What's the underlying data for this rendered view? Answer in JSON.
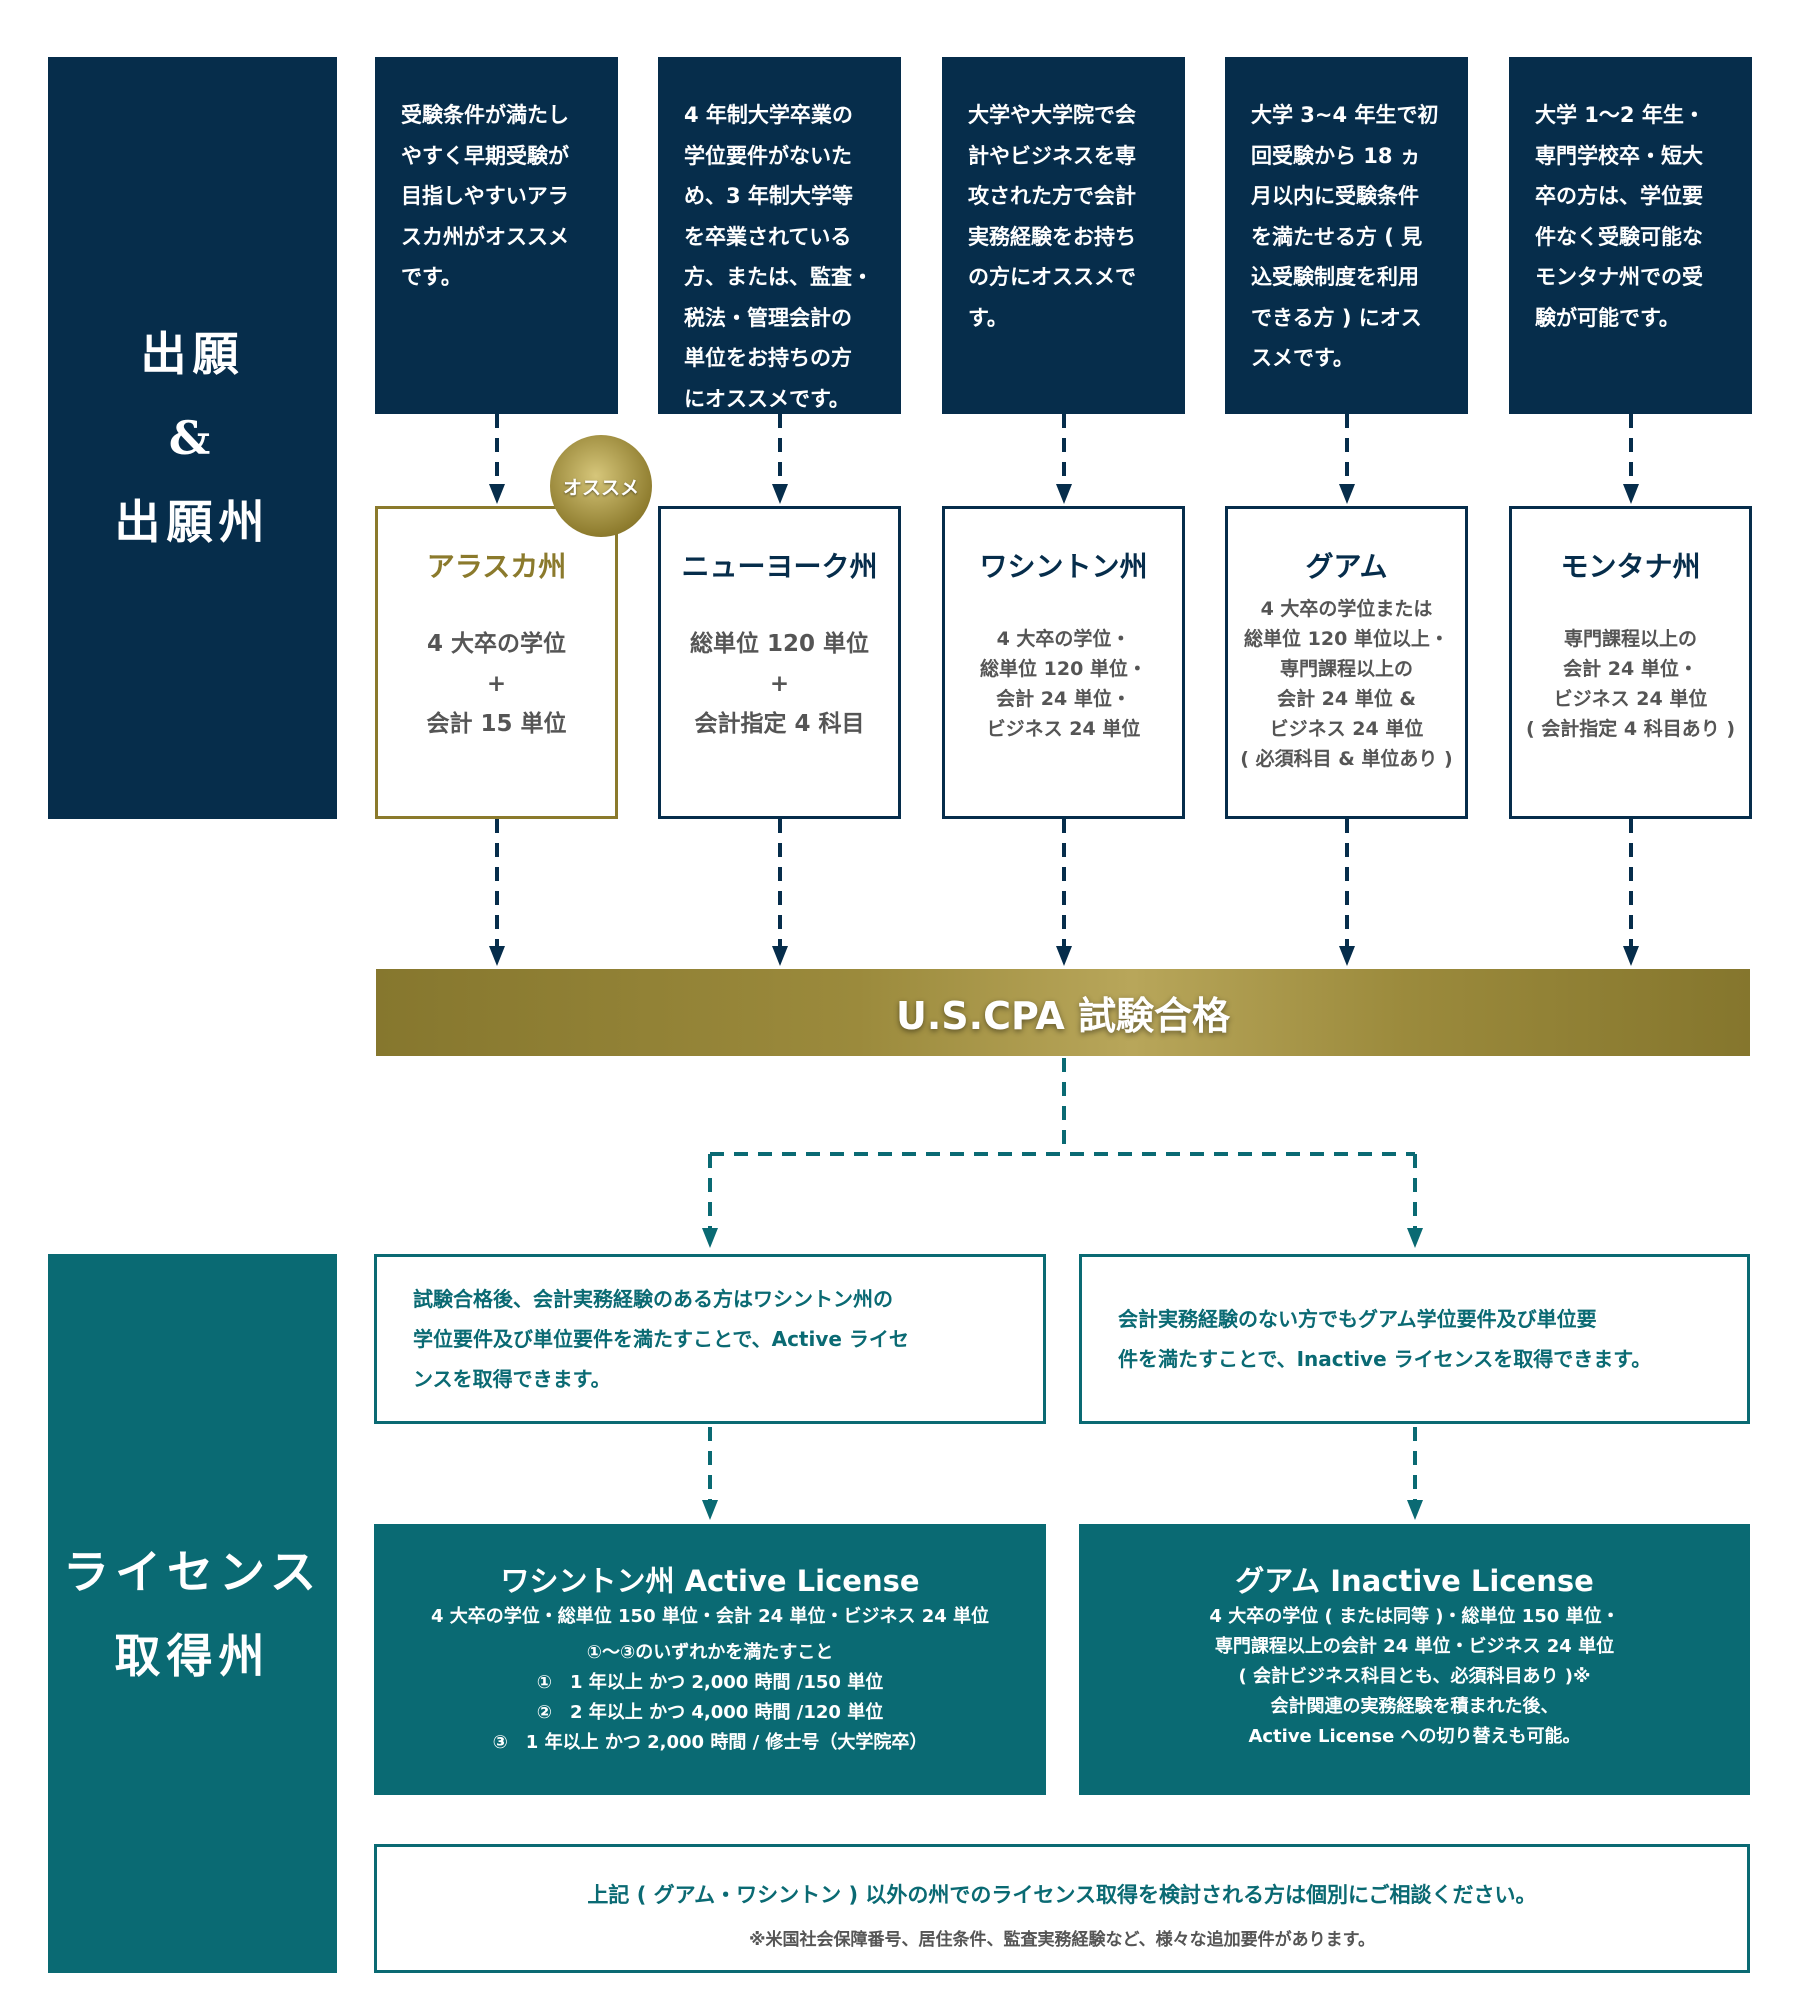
{
  "left_panels": {
    "application": [
      "出願",
      "&",
      "出願州"
    ],
    "license": [
      "ライセンス",
      "取得州"
    ]
  },
  "recommendations": [
    [
      "受験条件が満たし",
      "やすく早期受験が",
      "目指しやすいアラ",
      "スカ州がオススメ",
      "です。"
    ],
    [
      "4 年制大学卒業の",
      "学位要件がないた",
      "め、3 年制大学等",
      "を卒業されている",
      "方、または、監査・",
      "税法・管理会計の",
      "単位をお持ちの方",
      "にオススメです。"
    ],
    [
      "大学や大学院で会",
      "計やビジネスを専",
      "攻された方で会計",
      "実務経験をお持ち",
      "の方にオススメで",
      "す。"
    ],
    [
      "大学 3~4 年生で初",
      "回受験から 18 ヵ",
      "月以内に受験条件",
      "を満たせる方 ( 見",
      "込受験制度を利用",
      "できる方 ) にオス",
      "スメです。"
    ],
    [
      "大学 1～2 年生・",
      "専門学校卒・短大",
      "卒の方は、学位要",
      "件なく受験可能な",
      "モンタナ州での受",
      "験が可能です。"
    ]
  ],
  "badge": "オススメ",
  "states": [
    {
      "name": "アラスカ州",
      "lines": [
        "4 大卒の学位",
        "+",
        "会計 15 単位"
      ]
    },
    {
      "name": "ニューヨーク州",
      "lines": [
        "総単位 120 単位",
        "+",
        "会計指定 4 科目"
      ]
    },
    {
      "name": "ワシントン州",
      "lines": [
        "4 大卒の学位・",
        "総単位 120 単位・",
        "会計 24 単位・",
        "ビジネス 24 単位"
      ]
    },
    {
      "name": "グアム",
      "lines": [
        "4 大卒の学位または",
        "総単位 120 単位以上・",
        "専門課程以上の",
        "会計 24 単位 &",
        "ビジネス 24 単位",
        "( 必須科目 & 単位あり )"
      ]
    },
    {
      "name": "モンタナ州",
      "lines": [
        "専門課程以上の",
        "会計 24 単位・",
        "ビジネス 24 単位",
        "( 会計指定 4 科目あり )"
      ]
    }
  ],
  "exam_pass": "U.S.CPA 試験合格",
  "paths": [
    {
      "description": [
        "試験合格後、会計実務経験のある方はワシントン州の",
        "学位要件及び単位要件を満たすことで、Active ライセ",
        "ンスを取得できます。"
      ]
    },
    {
      "description": [
        "会計実務経験のない方でもグアム学位要件及び単位要",
        "件を満たすことで、Inactive ライセンスを取得できます。"
      ]
    }
  ],
  "licenses": [
    {
      "title": "ワシントン州 Active License",
      "lines": [
        "4 大卒の学位・総単位 150 単位・会計 24 単位・ビジネス 24 単位",
        "①～③のいずれかを満たすこと",
        "①　1 年以上 かつ 2,000 時間 /150 単位",
        "②　2 年以上 かつ 4,000 時間 /120 単位",
        "③　1 年以上 かつ 2,000 時間 / 修士号（大学院卒）"
      ]
    },
    {
      "title": "グアム Inactive License",
      "lines": [
        "4 大卒の学位 ( または同等 )・総単位 150 単位・",
        "専門課程以上の会計 24 単位・ビジネス 24 単位",
        "( 会計ビジネス科目とも、必須科目あり )※",
        "会計関連の実務経験を積まれた後、",
        "Active License への切り替えも可能。"
      ]
    }
  ],
  "footer": {
    "main": "上記 ( グアム・ワシントン ) 以外の州でのライセンス取得を検討される方は個別にご相談ください。",
    "note": "※米国社会保障番号、居住条件、監査実務経験など、様々な追加要件があります。"
  },
  "colors": {
    "navy": "#062d4b",
    "teal": "#0a6a73",
    "gold": "#8b7a2c"
  }
}
